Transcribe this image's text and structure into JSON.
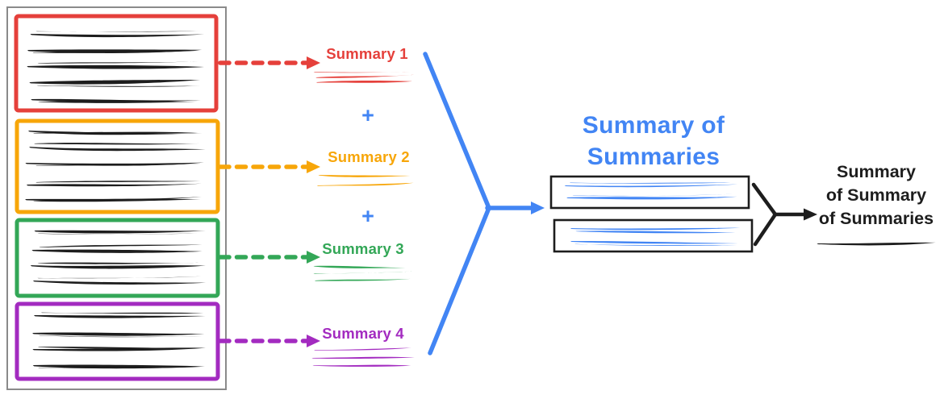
{
  "colors": {
    "red": "#e5403b",
    "orange": "#f7a609",
    "green": "#33a757",
    "purple": "#a32bc0",
    "blue": "#4285f4",
    "black": "#1d1d1d",
    "gray": "#8a8a8a"
  },
  "document_stack": {
    "box_count": 4
  },
  "summaries": [
    {
      "label": "Summary 1",
      "color_ref": "red"
    },
    {
      "label": "Summary 2",
      "color_ref": "orange"
    },
    {
      "label": "Summary 3",
      "color_ref": "green"
    },
    {
      "label": "Summary 4",
      "color_ref": "purple"
    }
  ],
  "plus_sign": "+",
  "stage2": {
    "title_line1": "Summary of",
    "title_line2": "Summaries",
    "box_count": 2
  },
  "stage3": {
    "line1": "Summary",
    "line2": "of Summary",
    "line3": "of Summaries"
  }
}
